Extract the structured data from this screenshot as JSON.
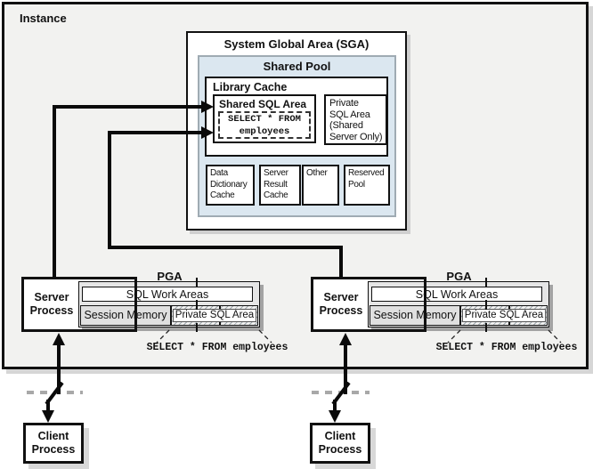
{
  "colors": {
    "instance_fill": "#f2f2f0",
    "shared_pool_fill": "#dbe7f0",
    "shared_pool_border": "#9fabb3",
    "session_memory_fill": "#e0e0e0",
    "pga_fill": "#e6e6e6",
    "line_black": "#0a0a0a",
    "break_line_gray": "#a8a8a8",
    "shadow_gray": "#d6d6d6"
  },
  "instance": {
    "label": "Instance"
  },
  "sga": {
    "title": "System Global Area (SGA)",
    "shared_pool": {
      "title": "Shared Pool",
      "library_cache": {
        "title": "Library Cache",
        "shared_sql_area": {
          "title": "Shared SQL Area",
          "query_lines": [
            "SELECT * FROM",
            "employees"
          ]
        },
        "private_sql_area": {
          "lines": [
            "Private",
            "SQL Area",
            "(Shared",
            "Server Only)"
          ]
        }
      },
      "boxes": [
        {
          "lines": [
            "Data",
            "Dictionary",
            "Cache"
          ]
        },
        {
          "lines": [
            "Server",
            "Result",
            "Cache"
          ]
        },
        {
          "lines": [
            "Other"
          ]
        },
        {
          "lines": [
            "Reserved",
            "Pool"
          ]
        }
      ]
    }
  },
  "process_group": {
    "pga_label": "PGA",
    "server_label": "Server Process",
    "sql_work_areas": "SQL Work Areas",
    "session_memory": "Session Memory",
    "private_sql_area": "Private SQL Area",
    "query": "SELECT * FROM employees"
  },
  "client_label": "Client Process"
}
